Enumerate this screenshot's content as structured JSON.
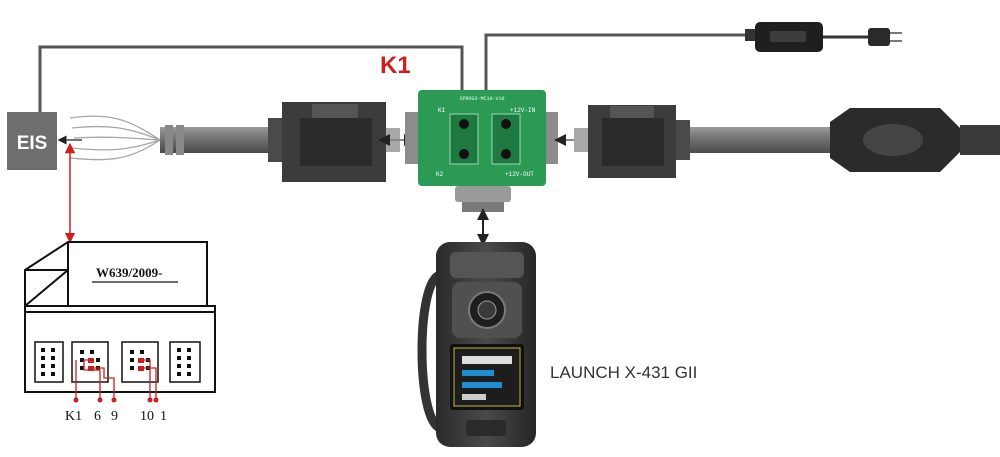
{
  "eis_label": "EIS",
  "k1_red_label": "K1",
  "module_model": "W639/2009-",
  "pin_labels": {
    "k1": "K1",
    "p6": "6",
    "p9": "9",
    "p10": "10",
    "p1": "1"
  },
  "device_label": "LAUNCH X-431 GII",
  "board": {
    "title": "XPROG3-MC10-V10",
    "k1": "K1",
    "k2": "K2",
    "in": "+12V-IN",
    "out": "+12V-OUT"
  },
  "colors": {
    "wire_dark": "#555555",
    "arrow_red": "#cc1f1f",
    "pcb_green": "#2a9a55",
    "eis_box": "#6e6e6e",
    "device_body": "#3a3a3a"
  }
}
